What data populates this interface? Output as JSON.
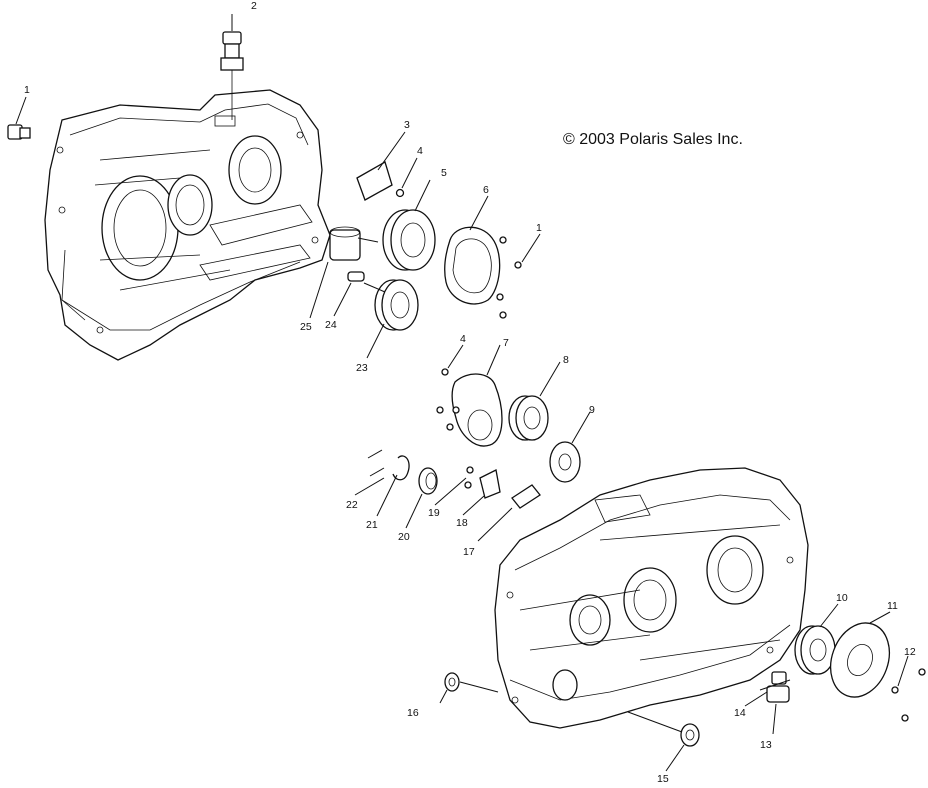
{
  "copyright": "© 2003 Polaris Sales Inc.",
  "callouts": [
    "1",
    "2",
    "3",
    "4",
    "5",
    "6",
    "1",
    "25",
    "24",
    "23",
    "4",
    "7",
    "8",
    "9",
    "22",
    "21",
    "20",
    "19",
    "18",
    "17",
    "10",
    "11",
    "12",
    "16",
    "14",
    "13",
    "15"
  ]
}
